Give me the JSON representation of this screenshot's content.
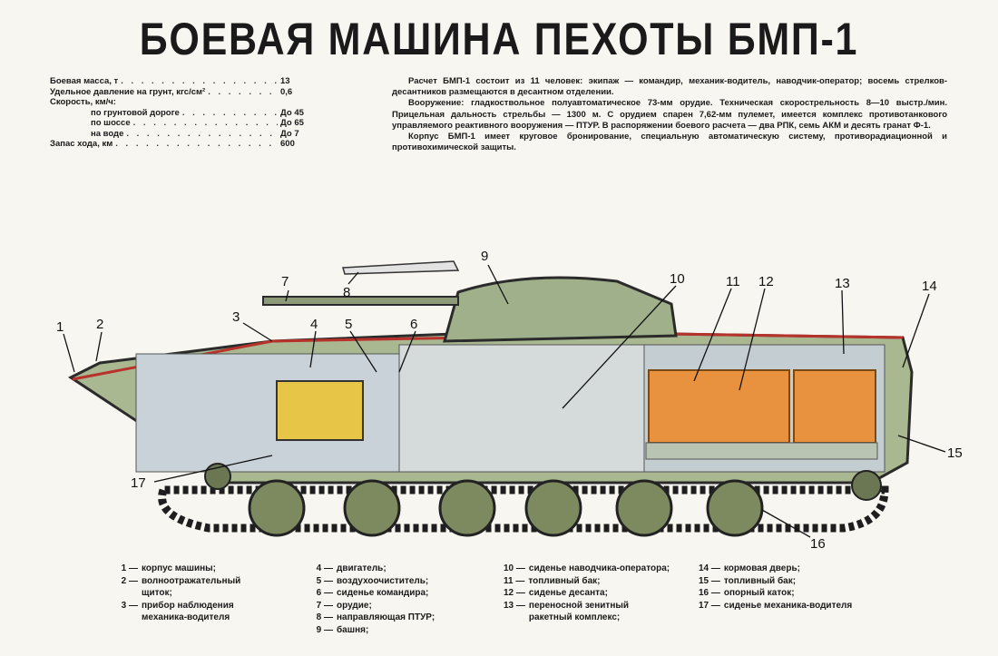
{
  "title": "БОЕВАЯ МАШИНА ПЕХОТЫ БМП-1",
  "specs": [
    {
      "label": "Боевая масса, т",
      "value": "13",
      "indent": false
    },
    {
      "label": "Удельное давление на грунт, кгс/см²",
      "value": "0,6",
      "indent": false
    },
    {
      "label": "Скорость, км/ч:",
      "value": "",
      "indent": false
    },
    {
      "label": "по грунтовой дороге",
      "value": "До 45",
      "indent": true
    },
    {
      "label": "по шоссе",
      "value": "До 65",
      "indent": true
    },
    {
      "label": "на воде",
      "value": "До 7",
      "indent": true
    },
    {
      "label": "Запас хода, км",
      "value": "600",
      "indent": false
    }
  ],
  "description": [
    "Расчет БМП-1 состоит из 11 человек: экипаж — командир, механик-водитель, наводчик-оператор; восемь стрелков-десантников размещаются в десантном отделении.",
    "Вооружение: гладкоствольное полуавтоматическое 73-мм орудие. Техническая скорострельность 8—10 выстр./мин. Прицельная дальность стрельбы — 1300 м. С орудием спарен 7,62-мм пулемет, имеется комплекс противотанкового управляемого реактивного вооружения — ПТУР. В распоряжении боевого расчета — два РПК, семь АКМ и десять гранат Ф-1.",
    "Корпус БМП-1 имеет круговое бронирование, специальную автоматическую систему, противорадиационной и противохимической защиты."
  ],
  "callouts": [
    "1",
    "2",
    "3",
    "4",
    "5",
    "6",
    "7",
    "8",
    "9",
    "10",
    "11",
    "12",
    "13",
    "14",
    "15",
    "16",
    "17"
  ],
  "legend": [
    [
      {
        "num": "1 —",
        "text": "корпус машины;"
      },
      {
        "num": "2 —",
        "text": "волноотражательный щиток;"
      },
      {
        "num": "3 —",
        "text": "прибор наблюдения механика-водителя"
      }
    ],
    [
      {
        "num": "4 —",
        "text": "двигатель;"
      },
      {
        "num": "5 —",
        "text": "воздухоочиститель;"
      },
      {
        "num": "6 —",
        "text": "сиденье командира;"
      },
      {
        "num": "7 —",
        "text": "орудие;"
      },
      {
        "num": "8 —",
        "text": "направляющая ПТУР;"
      },
      {
        "num": "9 —",
        "text": "башня;"
      }
    ],
    [
      {
        "num": "10 —",
        "text": "сиденье наводчика-оператора;"
      },
      {
        "num": "11 —",
        "text": "топливный бак;"
      },
      {
        "num": "12 —",
        "text": "сиденье десанта;"
      },
      {
        "num": "13 —",
        "text": "переносной зенитный ракетный комплекс;"
      }
    ],
    [
      {
        "num": "14 —",
        "text": "кормовая дверь;"
      },
      {
        "num": "15 —",
        "text": "топливный бак;"
      },
      {
        "num": "16 —",
        "text": "опорный каток;"
      },
      {
        "num": "17 —",
        "text": "сиденье механика-водителя"
      }
    ]
  ],
  "colors": {
    "hull": "#a9b891",
    "interior": "#c9d2d8",
    "fuel": "#e8913f",
    "tank-outline": "#2b2b2b",
    "armor-red": "#b8322c"
  }
}
